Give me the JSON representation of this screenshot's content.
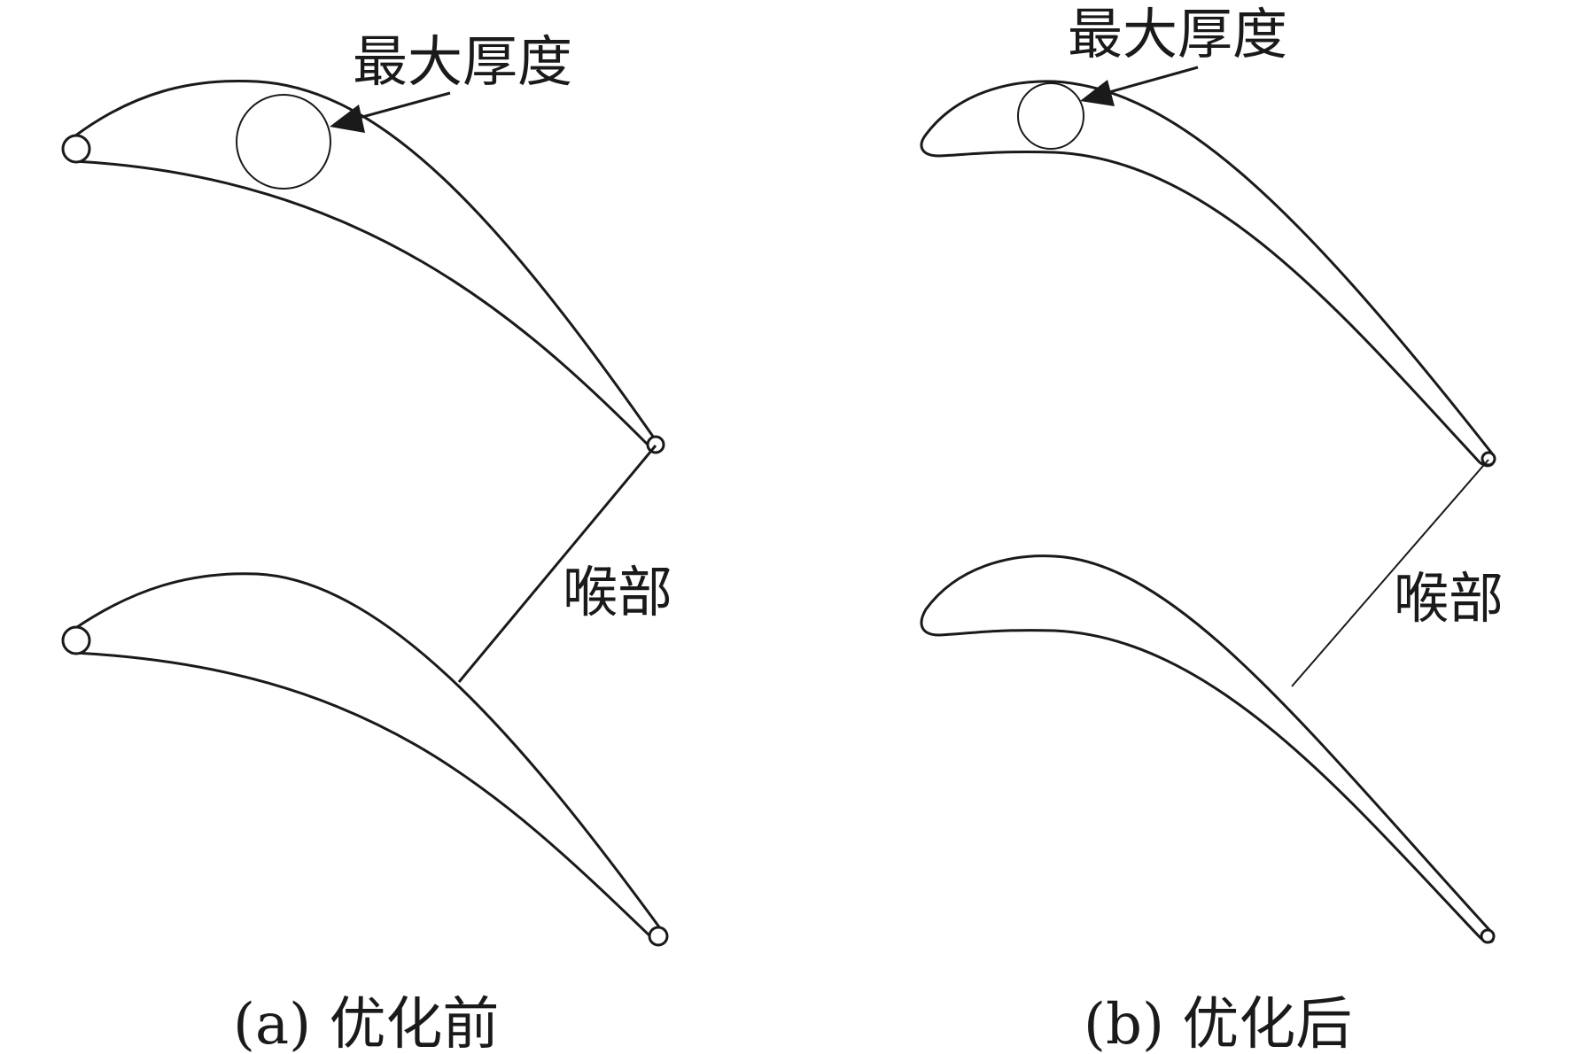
{
  "panels": [
    {
      "id": "a",
      "caption": "(a) 优化前",
      "max_thickness_label": "最大厚度",
      "throat_label": "喉部"
    },
    {
      "id": "b",
      "caption": "(b) 优化后",
      "max_thickness_label": "最大厚度",
      "throat_label": "喉部"
    }
  ]
}
